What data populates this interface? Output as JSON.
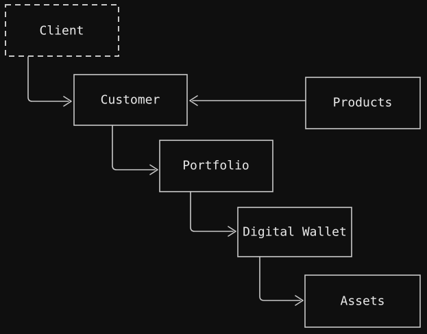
{
  "diagram": {
    "background_color": "#0f0f0f",
    "stroke_color": "#c9c9c9",
    "text_color": "#e8e8e8",
    "nodes": [
      {
        "id": "client",
        "label": "Client",
        "border_style": "dashed"
      },
      {
        "id": "customer",
        "label": "Customer",
        "border_style": "solid"
      },
      {
        "id": "products",
        "label": "Products",
        "border_style": "solid"
      },
      {
        "id": "portfolio",
        "label": "Portfolio",
        "border_style": "solid"
      },
      {
        "id": "digital-wallet",
        "label": "Digital Wallet",
        "border_style": "solid"
      },
      {
        "id": "assets",
        "label": "Assets",
        "border_style": "solid"
      }
    ],
    "edges": [
      {
        "from": "Client",
        "to": "Customer"
      },
      {
        "from": "Products",
        "to": "Customer"
      },
      {
        "from": "Customer",
        "to": "Portfolio"
      },
      {
        "from": "Portfolio",
        "to": "Digital Wallet"
      },
      {
        "from": "Digital Wallet",
        "to": "Assets"
      }
    ]
  }
}
